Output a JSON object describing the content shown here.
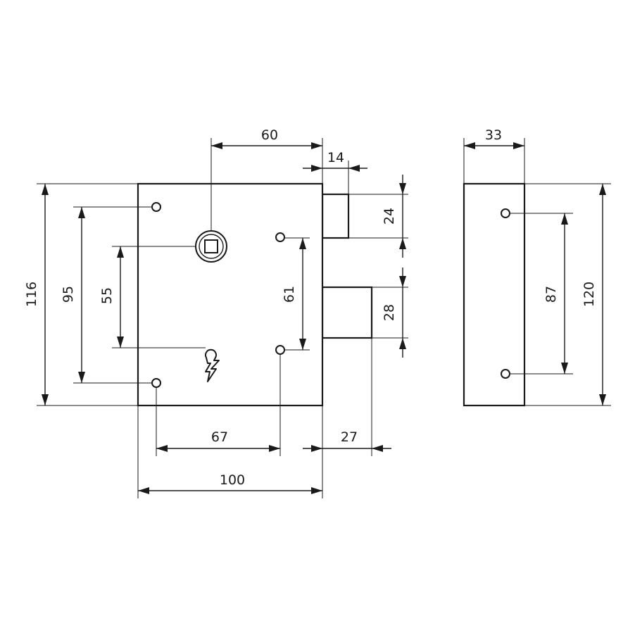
{
  "dimensions": {
    "spindle_offset": "60",
    "bolt_throw": "14",
    "latch_height": "24",
    "bolt_height": "28",
    "body_height": "116",
    "outer_holes_spacing": "95",
    "spindle_to_keyhole": "55",
    "inner_holes_spacing": "61",
    "hole_offset_width": "67",
    "bolt_projection": "27",
    "body_width": "100",
    "depth": "33",
    "side_holes_spacing": "87",
    "side_height": "120"
  },
  "colors": {
    "line": "#1a1a1a",
    "background": "#ffffff"
  },
  "icons": {
    "spindle": "square-spindle-icon",
    "keyhole": "keyhole-icon"
  }
}
